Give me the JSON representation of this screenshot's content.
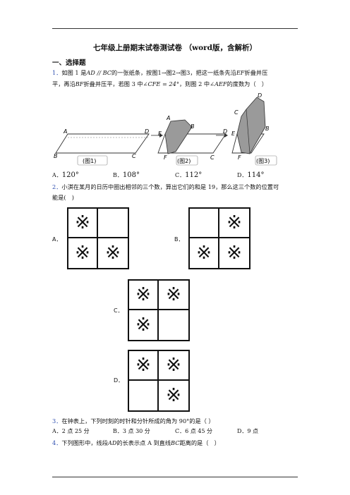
{
  "doc": {
    "title": "七年级上册期末试卷测试卷 （word版，含解析）",
    "section": "一、选择题"
  },
  "q1": {
    "num": "1．",
    "text_a": "如图 1 是",
    "m1": "AD // BC",
    "text_b": "的一张纸条，按图1",
    "arrow": "→",
    "fig2": "图2",
    "fig3": "图3",
    "text_c": "，把这一纸条先沿",
    "m2": "EF",
    "text_d": "折叠并压",
    "line2_a": "平，再沿",
    "m3": "BF",
    "line2_b": "折叠并压平，若图 3 中",
    "m4": "∠CFE = 24°",
    "line2_c": "，则图 2 中",
    "m5": "∠AEF",
    "line2_d": "的度数为（　）",
    "figure": {
      "cap1": "(图1)",
      "cap2": "(图2)",
      "cap3": "(图3)",
      "A": "A",
      "B": "B",
      "C": "C",
      "D": "D",
      "E": "E",
      "F": "F"
    },
    "options": [
      {
        "letter": "A．",
        "value": "120°"
      },
      {
        "letter": "B．",
        "value": "108°"
      },
      {
        "letter": "C．",
        "value": "112°"
      },
      {
        "letter": "D．",
        "value": "114°"
      }
    ]
  },
  "q2": {
    "num": "2．",
    "line1": "小淇在某月的日历中圈出相邻的三个数，算出它们的和是 19，那么这三个数的位置可",
    "line2": "能是(　)",
    "mark": "※",
    "options": [
      {
        "letter": "A．",
        "cells": [
          "※",
          "",
          "※",
          "※"
        ]
      },
      {
        "letter": "B．",
        "cells": [
          "",
          "※",
          "※",
          "※"
        ]
      },
      {
        "letter": "C．",
        "cells": [
          "※",
          "※",
          "※",
          ""
        ]
      },
      {
        "letter": "D．",
        "cells": [
          "※",
          "※",
          "",
          "※"
        ]
      }
    ]
  },
  "q3": {
    "num": "3．",
    "text": "在钟表上，下列时刻的时针和分针所成的角为 90°的是（ ）",
    "options": [
      {
        "letter": "A．",
        "value": "2 点 25 分"
      },
      {
        "letter": "B．",
        "value": "3 点 30 分"
      },
      {
        "letter": "C．",
        "value": "6 点 45 分"
      },
      {
        "letter": "D．",
        "value": "9 点"
      }
    ]
  },
  "q4": {
    "num": "4．",
    "text_a": "下列图形中，线段",
    "m1": "AD",
    "text_b": "的长表示点 A 到直线",
    "m2": "BC",
    "text_c": "距离的是（　）"
  }
}
